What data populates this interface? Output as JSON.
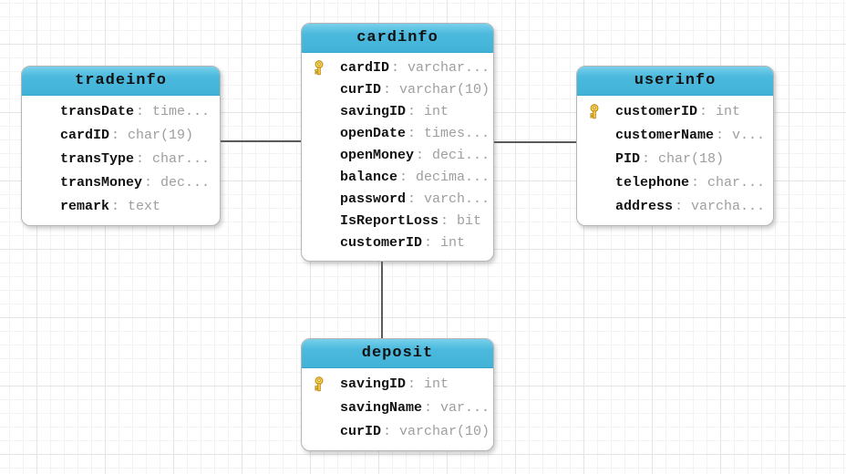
{
  "diagram": {
    "tables": [
      {
        "name": "tradeinfo",
        "fields": [
          {
            "name": "transDate",
            "type": "time...",
            "pk": false
          },
          {
            "name": "cardID",
            "type": "char(19)",
            "pk": false
          },
          {
            "name": "transType",
            "type": "char...",
            "pk": false
          },
          {
            "name": "transMoney",
            "type": "dec...",
            "pk": false
          },
          {
            "name": "remark",
            "type": "text",
            "pk": false
          }
        ]
      },
      {
        "name": "cardinfo",
        "fields": [
          {
            "name": "cardID",
            "type": "varchar...",
            "pk": true
          },
          {
            "name": "curID",
            "type": "varchar(10)",
            "pk": false
          },
          {
            "name": "savingID",
            "type": "int",
            "pk": false
          },
          {
            "name": "openDate",
            "type": "times...",
            "pk": false
          },
          {
            "name": "openMoney",
            "type": "deci...",
            "pk": false
          },
          {
            "name": "balance",
            "type": "decima...",
            "pk": false
          },
          {
            "name": "password",
            "type": "varch...",
            "pk": false
          },
          {
            "name": "IsReportLoss",
            "type": "bit",
            "pk": false
          },
          {
            "name": "customerID",
            "type": "int",
            "pk": false
          }
        ]
      },
      {
        "name": "userinfo",
        "fields": [
          {
            "name": "customerID",
            "type": "int",
            "pk": true
          },
          {
            "name": "customerName",
            "type": "v...",
            "pk": false
          },
          {
            "name": "PID",
            "type": "char(18)",
            "pk": false
          },
          {
            "name": "telephone",
            "type": "char...",
            "pk": false
          },
          {
            "name": "address",
            "type": "varcha...",
            "pk": false
          }
        ]
      },
      {
        "name": "deposit",
        "fields": [
          {
            "name": "savingID",
            "type": "int",
            "pk": true
          },
          {
            "name": "savingName",
            "type": "var...",
            "pk": false
          },
          {
            "name": "curID",
            "type": "varchar(10)",
            "pk": false
          }
        ]
      }
    ],
    "relations": [
      {
        "from": "tradeinfo",
        "to": "cardinfo"
      },
      {
        "from": "cardinfo",
        "to": "userinfo"
      },
      {
        "from": "cardinfo",
        "to": "deposit"
      }
    ],
    "colors": {
      "table_header": "#49b9dc",
      "table_header_top": "#79d0ea",
      "table_border": "#b5b5b5",
      "field_type_text": "#9e9e9e",
      "connector_line": "#5a5a5a",
      "key_icon_gold": "#ffd84d",
      "grid_minor": "#f3f3f3",
      "grid_major": "#e4e4e4"
    }
  }
}
